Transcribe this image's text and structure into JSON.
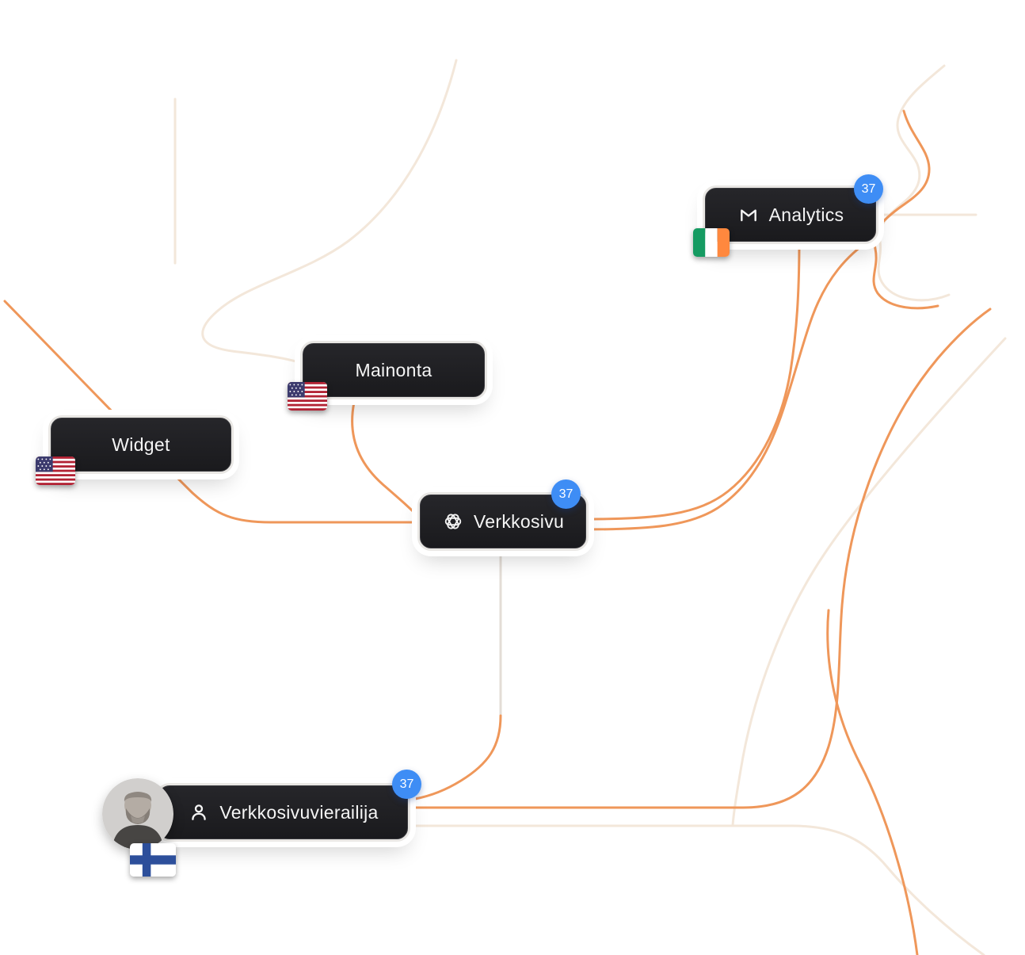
{
  "nodes": {
    "analytics": {
      "label": "Analytics",
      "badge": "37",
      "icon": "gmail-icon",
      "flag": "ireland"
    },
    "mainonta": {
      "label": "Mainonta",
      "flag": "usa"
    },
    "widget": {
      "label": "Widget",
      "flag": "usa"
    },
    "verkkosivu": {
      "label": "Verkkosivu",
      "badge": "37",
      "icon": "openai-icon"
    },
    "visitor": {
      "label": "Verkkosivuvierailija",
      "badge": "37",
      "icon": "person-icon",
      "flag": "finland",
      "avatar": "bearded-man-portrait"
    }
  },
  "edges": [
    {
      "from": "offscreen-top-left",
      "to": "verkkosivu",
      "color": "orange"
    },
    {
      "from": "mainonta",
      "to": "verkkosivu",
      "color": "orange"
    },
    {
      "from": "verkkosivu",
      "to": "analytics",
      "color": "orange"
    },
    {
      "from": "verkkosivu",
      "to": "analytics",
      "color": "orange"
    },
    {
      "from": "verkkosivu",
      "to": "visitor",
      "color": "orange"
    },
    {
      "from": "visitor",
      "to": "offscreen-right",
      "color": "orange"
    },
    {
      "from": "offscreen-right",
      "to": "offscreen-bottom",
      "color": "orange"
    },
    {
      "from": "offscreen-top",
      "to": "mainonta",
      "color": "white"
    },
    {
      "from": "visitor",
      "to": "offscreen-bottom-right",
      "color": "white"
    },
    {
      "from": "offscreen-top-right",
      "to": "analytics",
      "color": "white"
    }
  ],
  "colors": {
    "card_background": "#1f1f22",
    "badge_blue": "#3e8df5",
    "line_orange": "#ef975a",
    "line_cream": "#f3e7da",
    "line_gray": "#e3ddd6",
    "text": "#f5f5f5"
  }
}
